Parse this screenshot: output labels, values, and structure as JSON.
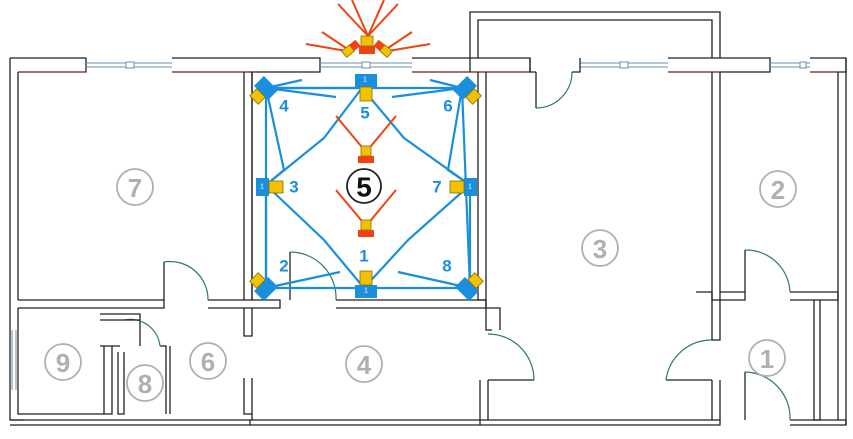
{
  "plan": {
    "zone_label": "5",
    "rooms": [
      {
        "id": "room-1",
        "label": "1"
      },
      {
        "id": "room-2",
        "label": "2"
      },
      {
        "id": "room-3",
        "label": "3"
      },
      {
        "id": "room-4",
        "label": "4"
      },
      {
        "id": "room-5-hall",
        "label": "5"
      },
      {
        "id": "room-6",
        "label": "6"
      },
      {
        "id": "room-7",
        "label": "7"
      },
      {
        "id": "room-8",
        "label": "8"
      },
      {
        "id": "room-9",
        "label": "9"
      }
    ],
    "sensors": [
      {
        "id": "1",
        "label": "1"
      },
      {
        "id": "2",
        "label": "2"
      },
      {
        "id": "3",
        "label": "3"
      },
      {
        "id": "4",
        "label": "4"
      },
      {
        "id": "5",
        "label": "5"
      },
      {
        "id": "6",
        "label": "6"
      },
      {
        "id": "7",
        "label": "7"
      },
      {
        "id": "8",
        "label": "8"
      }
    ],
    "sensor_tag": "1",
    "colors": {
      "sensor_blue": "#1a8fdd",
      "emitter_red": "#ee4411",
      "lens_yellow": "#f2c200",
      "room_label_gray": "#b0b0b0",
      "door_swing_green": "#2e7d4f"
    }
  }
}
